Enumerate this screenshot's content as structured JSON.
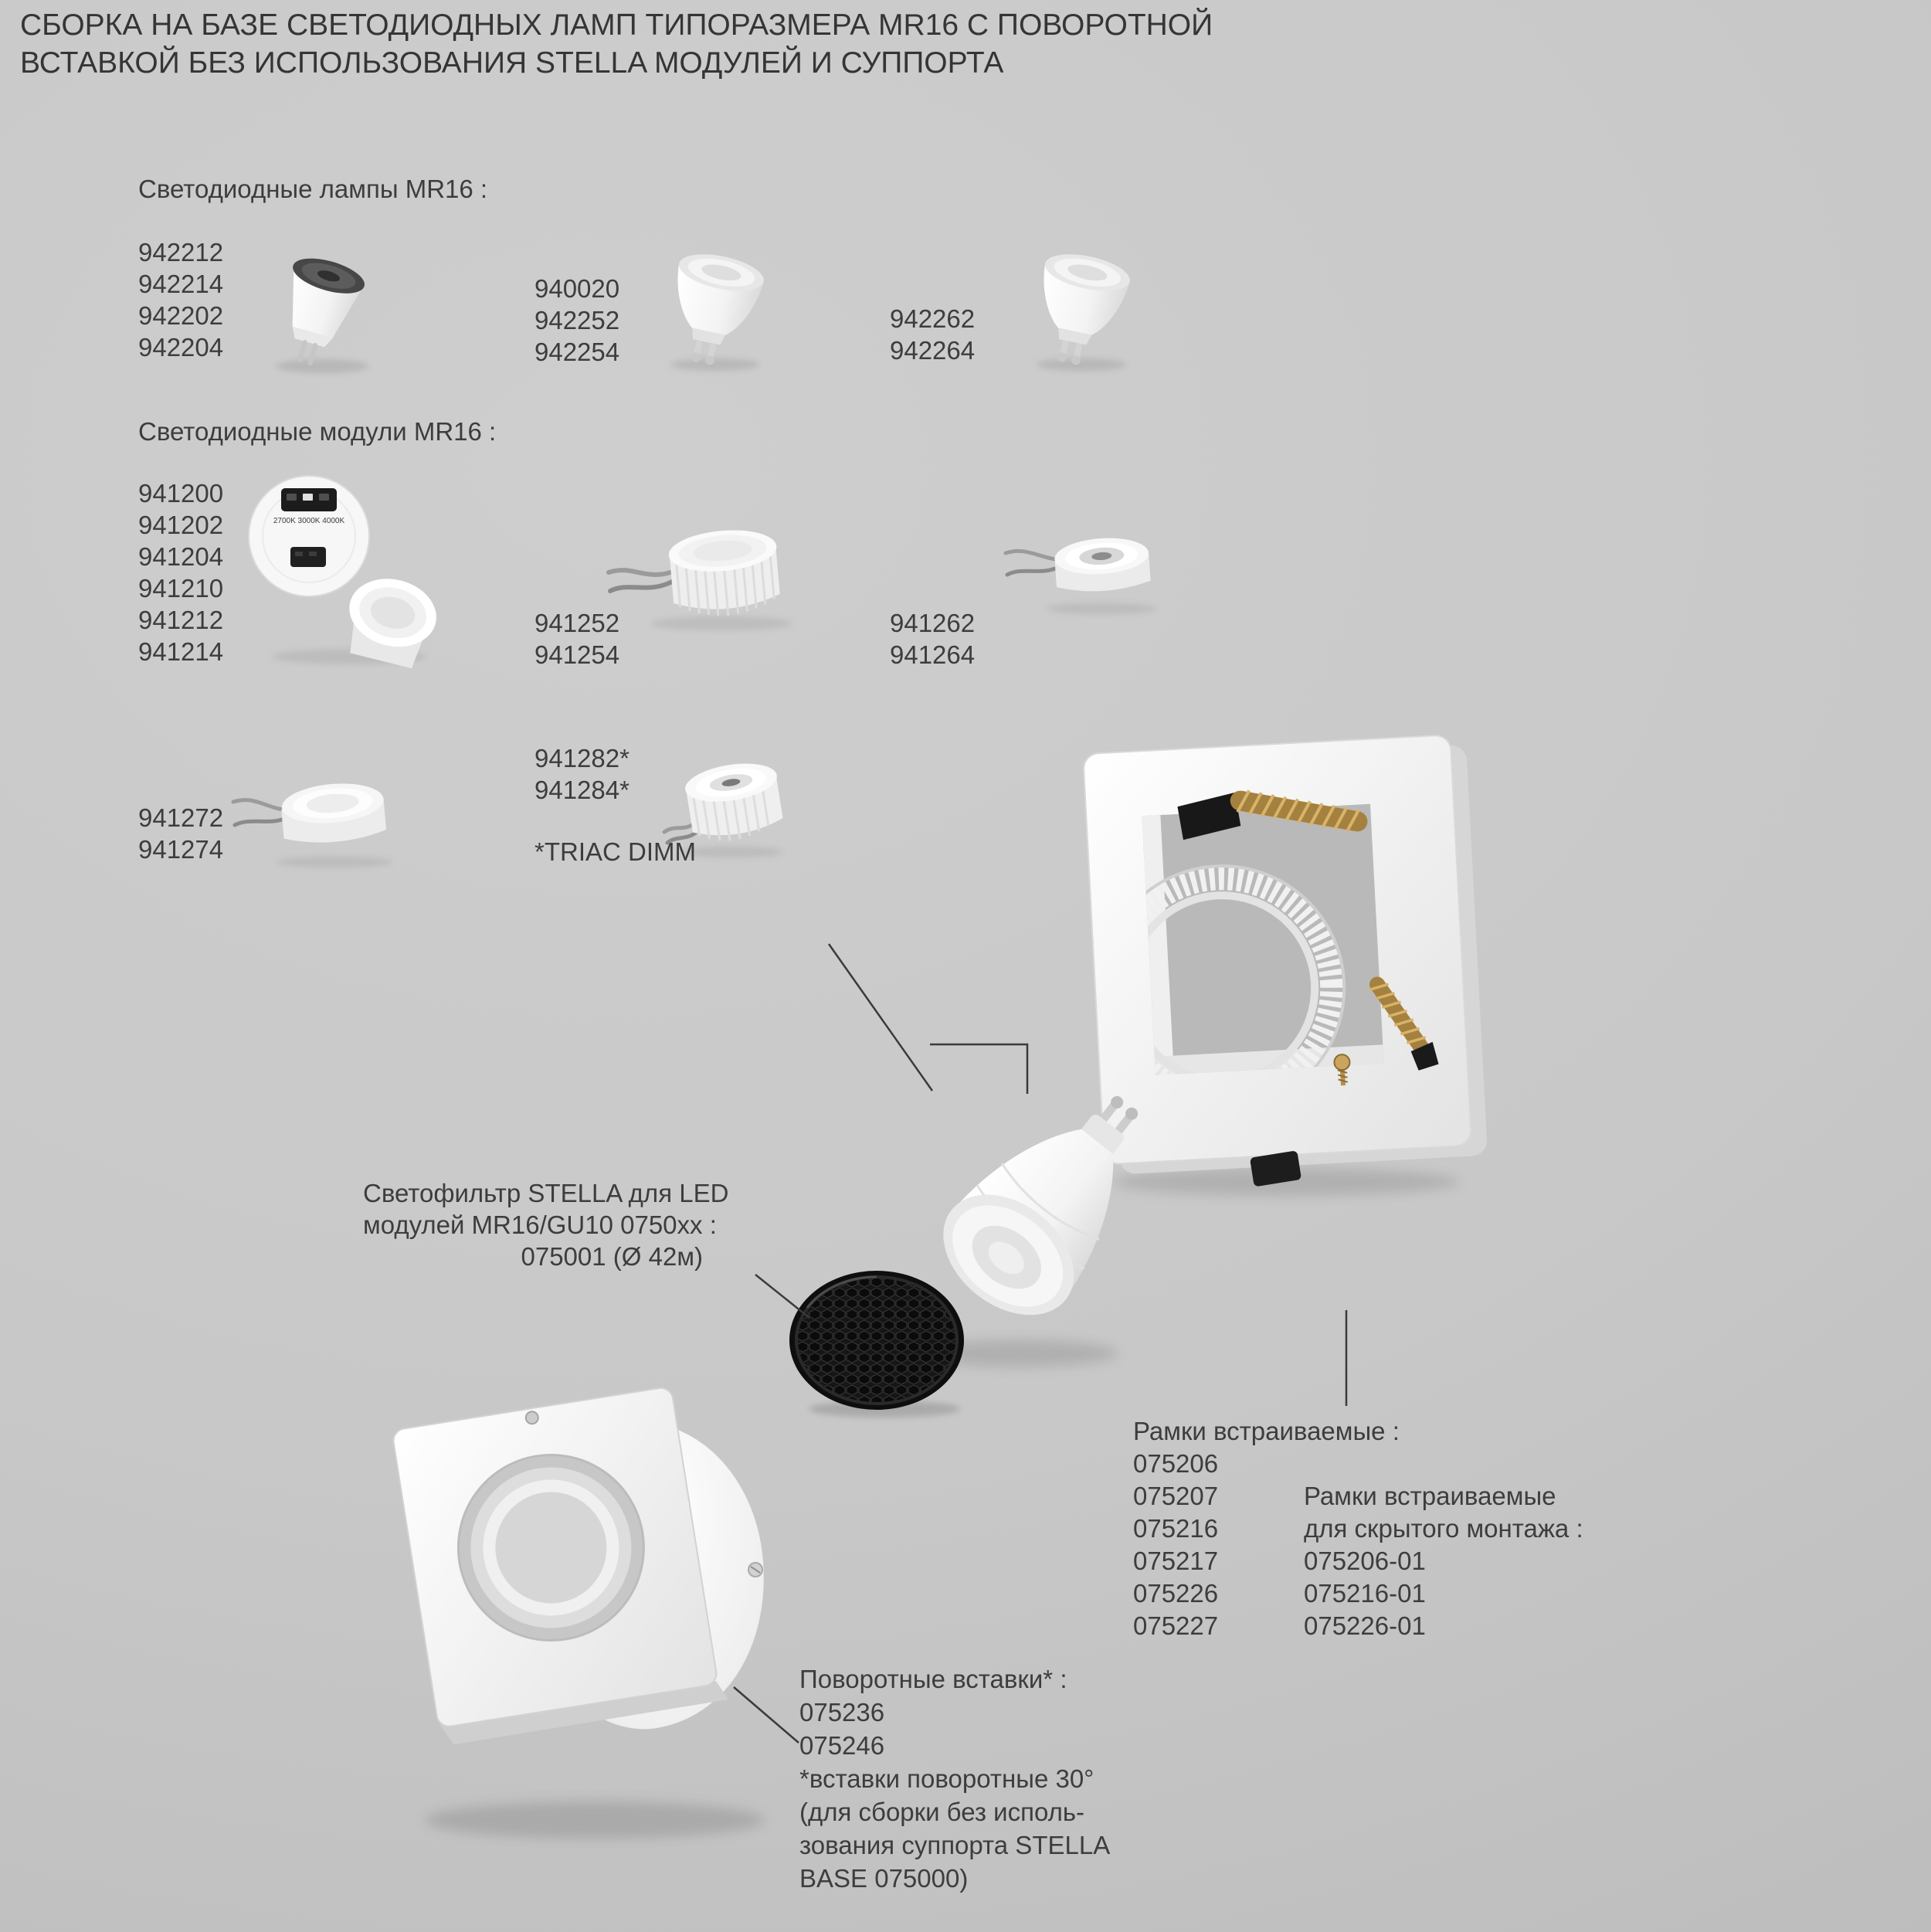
{
  "page_title": {
    "lines": [
      "СБОРКА НА БАЗЕ СВЕТОДИОДНЫХ ЛАМП ТИПОРАЗМЕРА MR16 С ПОВОРОТНОЙ",
      "ВСТАВКОЙ БЕЗ ИСПОЛЬЗОВАНИЯ STELLA МОДУЛЕЙ И СУППОРТА"
    ]
  },
  "lamps": {
    "heading": "Светодиодные лампы MR16 :",
    "groups": [
      {
        "codes": [
          "942212",
          "942214",
          "942202",
          "942204"
        ]
      },
      {
        "codes": [
          "940020",
          "942252",
          "942254"
        ]
      },
      {
        "codes": [
          "942262",
          "942264"
        ]
      }
    ]
  },
  "modules": {
    "heading": "Светодиодные модули MR16 :",
    "switch_labels": "2700K 3000K 4000K",
    "groups": [
      {
        "codes": [
          "941200",
          "941202",
          "941204",
          "941210",
          "941212",
          "941214"
        ]
      },
      {
        "codes": [
          "941252",
          "941254"
        ]
      },
      {
        "codes": [
          "941262",
          "941264"
        ]
      },
      {
        "codes": [
          "941272",
          "941274"
        ]
      },
      {
        "codes": [
          "941282*",
          "941284*"
        ],
        "note": "*TRIAC DIMM"
      }
    ]
  },
  "filter_label": {
    "lines": [
      "Светофильтр STELLA для LED",
      "модулей MR16/GU10 0750xx :",
      "075001 (Ø 42м)"
    ]
  },
  "frames_label": {
    "heading": "Рамки встраиваемые :",
    "codes": [
      "075206",
      "075207",
      "075216",
      "075217",
      "075226",
      "075227"
    ]
  },
  "hidden_frames_label": {
    "heading_lines": [
      "Рамки встраиваемые",
      "для скрытого монтажа :"
    ],
    "codes": [
      "075206-01",
      "075216-01",
      "075226-01"
    ]
  },
  "inserts_label": {
    "heading": "Поворотные вставки* :",
    "codes": [
      "075236",
      "075246"
    ],
    "note_lines": [
      "*вставки поворотные 30°",
      "(для сборки без исполь-",
      "зования суппорта STELLA",
      "BASE 075000)"
    ]
  },
  "colors": {
    "background": "#c8c8c8",
    "text": "#3a3a3a",
    "product_white": "#f6f6f6",
    "spring_bronze": "#c2995c",
    "black_parts": "#1a1a1a"
  }
}
